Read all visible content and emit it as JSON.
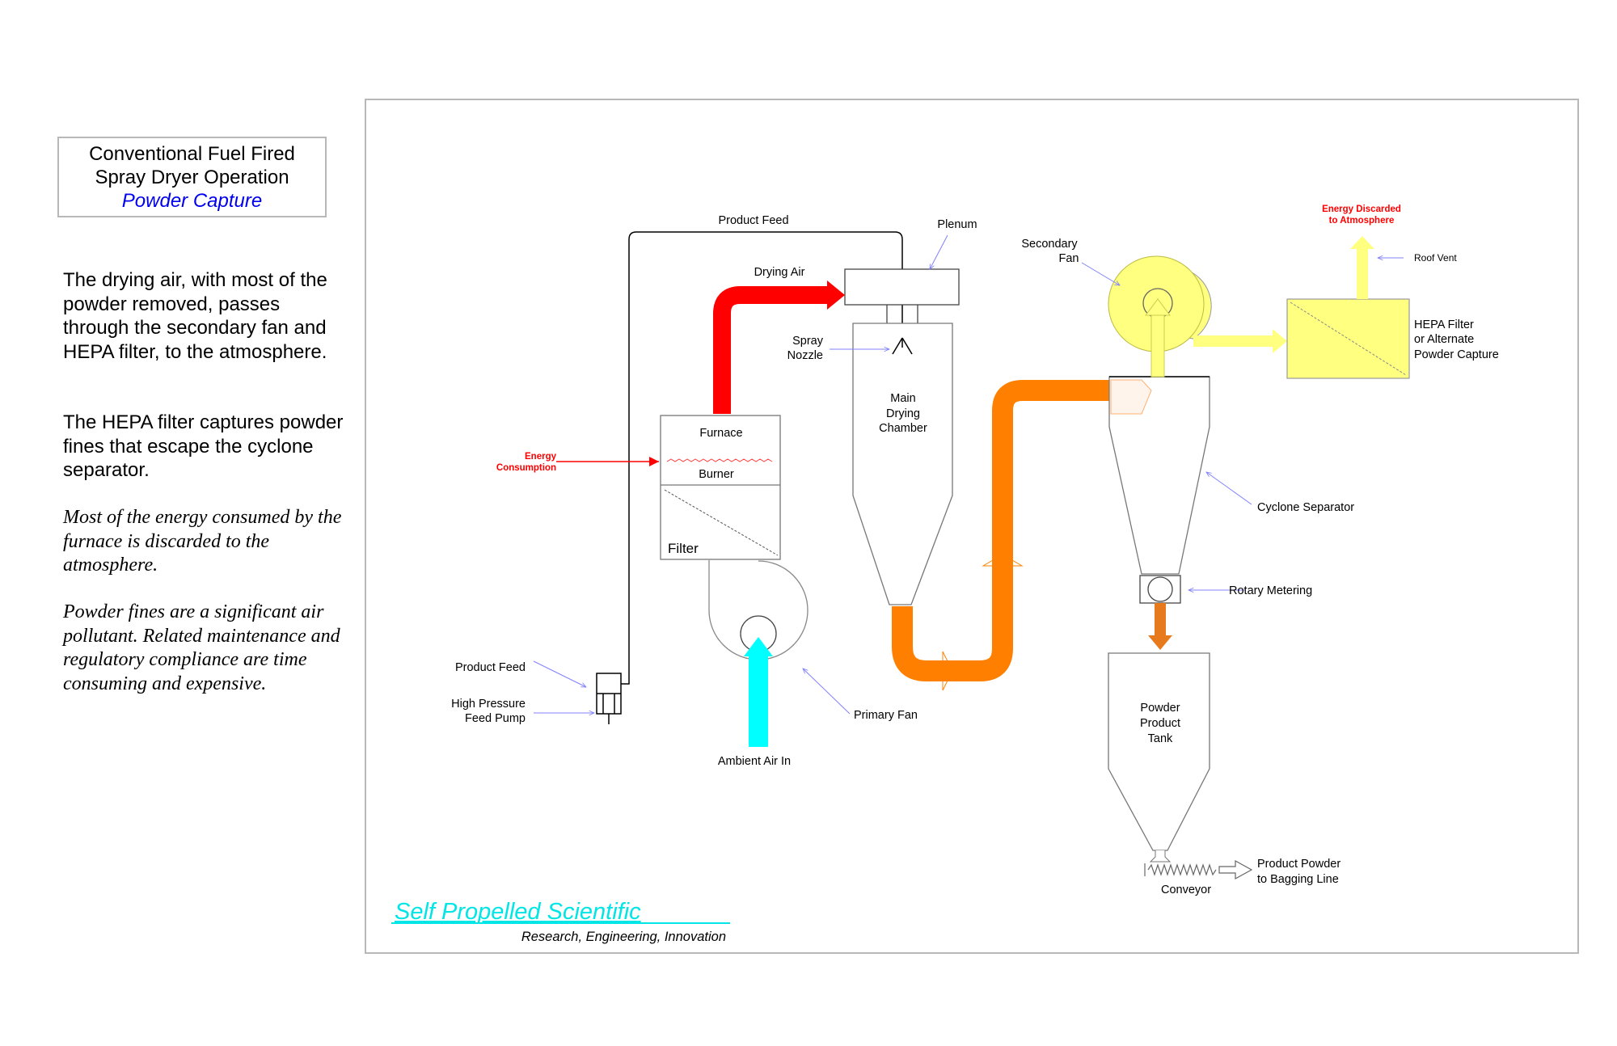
{
  "title_box": {
    "line1": "Conventional Fuel Fired",
    "line2": "Spray Dryer Operation",
    "line3": "Powder Capture"
  },
  "text": {
    "para1": "The drying air, with most of the powder removed, passes through the secondary fan and HEPA filter, to the atmosphere.",
    "para2": "The HEPA filter captures powder fines that escape the cyclone separator.",
    "para3": "Most of the energy consumed by the furnace is discarded to the atmosphere.",
    "para4": "Powder fines are a significant air pollutant. Related maintenance and regulatory compliance are time consuming and expensive."
  },
  "labels": {
    "product_feed_top": "Product Feed",
    "plenum": "Plenum",
    "drying_air": "Drying Air",
    "spray_nozzle_1": "Spray",
    "spray_nozzle_2": "Nozzle",
    "main_chamber_1": "Main",
    "main_chamber_2": "Drying",
    "main_chamber_3": "Chamber",
    "furnace": "Furnace",
    "burner": "Burner",
    "filter": "Filter",
    "energy_consumption_1": "Energy",
    "energy_consumption_2": "Consumption",
    "product_feed_pump": "Product Feed",
    "hp_pump_1": "High Pressure",
    "hp_pump_2": "Feed Pump",
    "primary_fan": "Primary Fan",
    "ambient_air": "Ambient Air In",
    "secondary_fan_1": "Secondary",
    "secondary_fan_2": "Fan",
    "energy_discarded_1": "Energy Discarded",
    "energy_discarded_2": "to Atmosphere",
    "roof_vent": "Roof Vent",
    "hepa_1": "HEPA Filter",
    "hepa_2": "or Alternate",
    "hepa_3": "Powder Capture",
    "cyclone": "Cyclone Separator",
    "rotary": "Rotary Metering",
    "tank_1": "Powder",
    "tank_2": "Product",
    "tank_3": "Tank",
    "conveyor": "Conveyor",
    "product_out_1": "Product Powder",
    "product_out_2": "to Bagging Line"
  },
  "brand": {
    "name": "Self Propelled Scientific",
    "tagline": "Research,  Engineering,  Innovation"
  },
  "colors": {
    "drying_air": "#ff0000",
    "exhaust_air": "#ff8000",
    "ambient_air": "#00ffff",
    "discharge_air": "#ffff80",
    "energy_label": "#ff0000",
    "brand": "#00e5e5",
    "leader_lines": "#8080ff"
  }
}
